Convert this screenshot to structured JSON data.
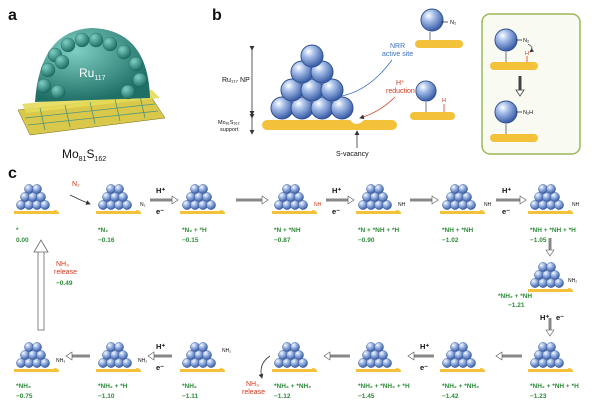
{
  "panels": {
    "a": "a",
    "b": "b",
    "c": "c"
  },
  "panel_a": {
    "cluster_label": "Ru",
    "cluster_sub": "117",
    "support_label": "Mo",
    "support_sub1": "81",
    "support_mid": "S",
    "support_sub2": "162"
  },
  "panel_b": {
    "np_label": "Ru₁₁₇ NP",
    "support_label": "Mo₈₁S₁₆₂",
    "support_label2": "support",
    "nrr_label": "NRR",
    "nrr_label2": "active site",
    "hplus_label": "H⁺",
    "hplus_label2": "reduction",
    "svac_label": "S-vacancy",
    "n2_label": "N₂",
    "h_label": "H",
    "box_n2": "N₂",
    "box_h": "H",
    "box_n2h": "N₂H"
  },
  "panel_c": {
    "n2_in": "N₂",
    "hplus": "H⁺",
    "eminus": "e⁻",
    "nh3_release": "NH₃",
    "release": "release",
    "top_row": [
      {
        "state": "*",
        "energy": "0.00"
      },
      {
        "state": "*N₂",
        "energy": "−0.16"
      },
      {
        "state": "*N₂ + *H",
        "energy": "−0.15"
      },
      {
        "state": "*N + *NH",
        "energy": "−0.87"
      },
      {
        "state": "*N + *NH + *H",
        "energy": "−0.90"
      },
      {
        "state": "*NH + *NH",
        "energy": "−1.02"
      },
      {
        "state": "*NH + *NH + *H",
        "energy": "−1.05"
      }
    ],
    "mid": {
      "state": "*NH₂ + *NH",
      "energy": "−1.21"
    },
    "bottom_row": [
      {
        "state": "*NH₃",
        "energy": "−0.75"
      },
      {
        "state": "*NH₂ + *H",
        "energy": "−1.10"
      },
      {
        "state": "*NH₂",
        "energy": "−1.11"
      },
      {
        "state": "*NH₃ + *NH₂",
        "energy": "−1.12"
      },
      {
        "state": "*NH₂ + *NH₂ + *H",
        "energy": "−1.45"
      },
      {
        "state": "*NH₂ + *NH₂",
        "energy": "−1.42"
      },
      {
        "state": "*NH₂ + *NH + *H",
        "energy": "−1.23"
      }
    ],
    "left_release_energy": "−0.49"
  },
  "colors": {
    "ru_teal": "#2f8f84",
    "sphere_blue": "#5b7fc4",
    "support_yellow": "#f3c13a",
    "box_green": "#9ab85a",
    "energy_green": "#2e8b3a",
    "accent_red": "#d23a20"
  }
}
